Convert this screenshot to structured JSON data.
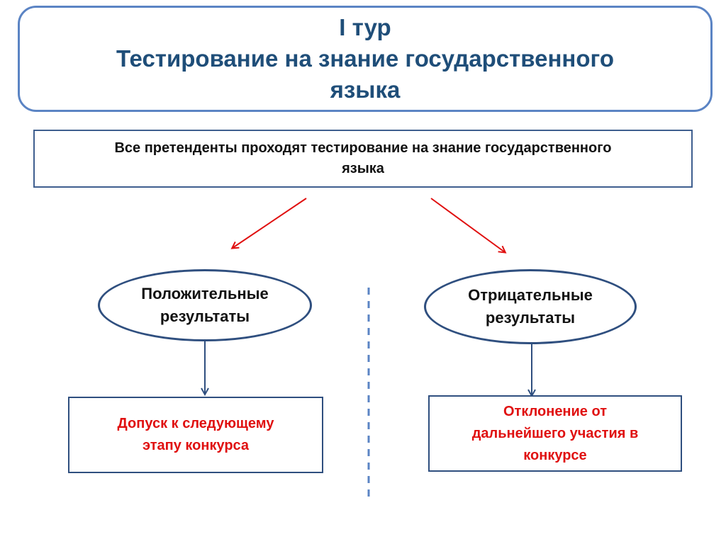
{
  "title": {
    "line1": "I тур",
    "line2": "Тестирование на знание государственного",
    "line3": "языка"
  },
  "info": {
    "text": "Все претенденты проходят тестирование на знание государственного языка"
  },
  "positive": {
    "oval_line1": "Положительные",
    "oval_line2": "результаты",
    "outcome_line1": "Допуск к следующему",
    "outcome_line2": "этапу конкурса"
  },
  "negative": {
    "oval_line1": "Отрицательные",
    "oval_line2": "результаты",
    "outcome_line1": "Отклонение от",
    "outcome_line2": "дальнейшего участия в",
    "outcome_line3": "конкурсе"
  },
  "colors": {
    "title_text": "#1f4e79",
    "title_border": "#5b84c4",
    "red_arrow": "#e01010",
    "blue_arrow": "#2f4f7f",
    "divider": "#5b84c4",
    "outcome_text": "#e01010"
  }
}
